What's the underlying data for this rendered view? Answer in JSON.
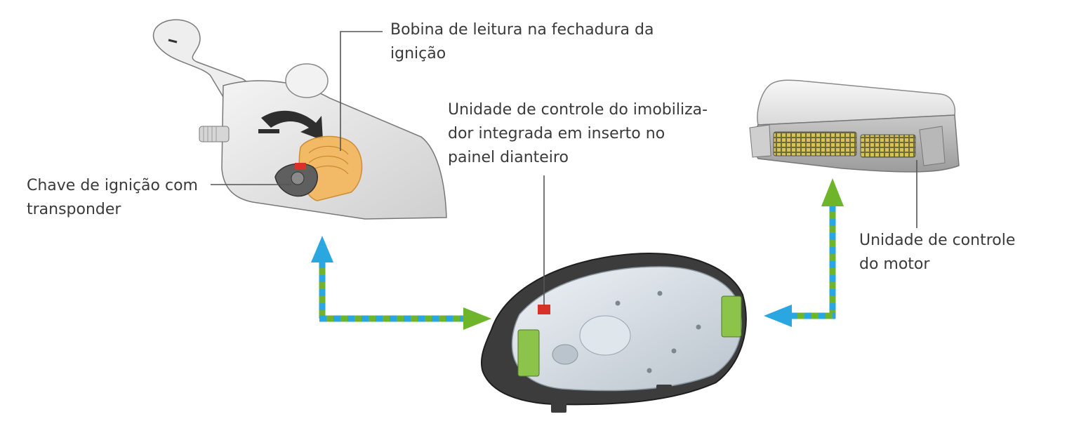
{
  "labels": {
    "bobina": [
      "Bobina de leitura na fechadura da",
      "ignição"
    ],
    "chave": [
      "Chave de ignição com",
      "transponder"
    ],
    "imobilizador": [
      "Unidade de controle do imobiliza-",
      "dor integrada em inserto no",
      "painel dianteiro"
    ],
    "motor": [
      "Unidade de controle",
      "do motor"
    ]
  },
  "colors": {
    "text": "#3a3a3a",
    "leader": "#555555",
    "arrow_green": "#6fb52c",
    "arrow_blue": "#2aa6e0",
    "coil": "#f4b860",
    "chip_red": "#d9302a",
    "connector_green": "#8cc34a"
  },
  "components": {
    "ignition_lock": "ignition-lock-icon",
    "instrument_cluster": "instrument-cluster-icon",
    "engine_ecu": "engine-control-unit-icon"
  }
}
